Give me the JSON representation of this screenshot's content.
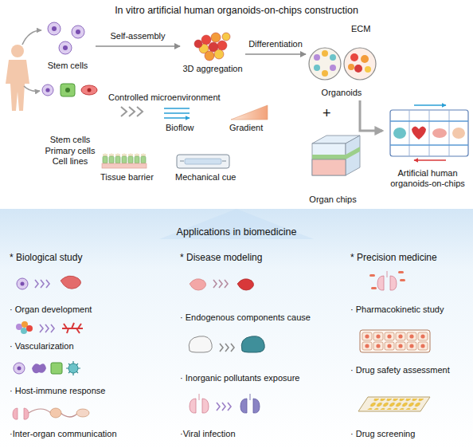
{
  "diagram": {
    "title": "In vitro artificial human organoids-on-chips construction",
    "nodes": [
      {
        "text": [
          "Stem cells"
        ]
      },
      {
        "text": [
          "3D aggregation"
        ]
      },
      {
        "text": [
          "Organoids"
        ]
      },
      {
        "text": [
          "Stem cells Primary cells Cell lines"
        ]
      },
      {
        "text": [
          "Organ chips"
        ]
      },
      {
        "text": [
          "Artificial human organoids-on-chips"
        ]
      },
      {
        "text": [
          "Applications in biomedicine"
        ]
      }
    ],
    "edges": [
      {
        "from": 0,
        "to": 1,
        "arrow": "to",
        "label": "Self-assembly"
      },
      {
        "from": 1,
        "to": 2,
        "arrow": "to",
        "label": "Differentiation"
      },
      {
        "from": 2,
        "to": 5,
        "arrow": "to"
      }
    ],
    "labels": [
      "ECM",
      "Controlled microenvironment",
      "Bioflow",
      "Gradient",
      "Tissue barrier",
      "Mechanical cue",
      "+",
      "* Biological study",
      "· Organ development",
      "· Vascularization",
      "· Host-immune response",
      "·Inter-organ communication",
      "* Disease modeling",
      "· Endogenous components cause",
      "· Inorganic pollutants exposure",
      "·Viral infection",
      "* Precision medicine",
      "· Pharmacokinetic study",
      "· Drug safety assessment",
      "· Drug screening"
    ]
  }
}
